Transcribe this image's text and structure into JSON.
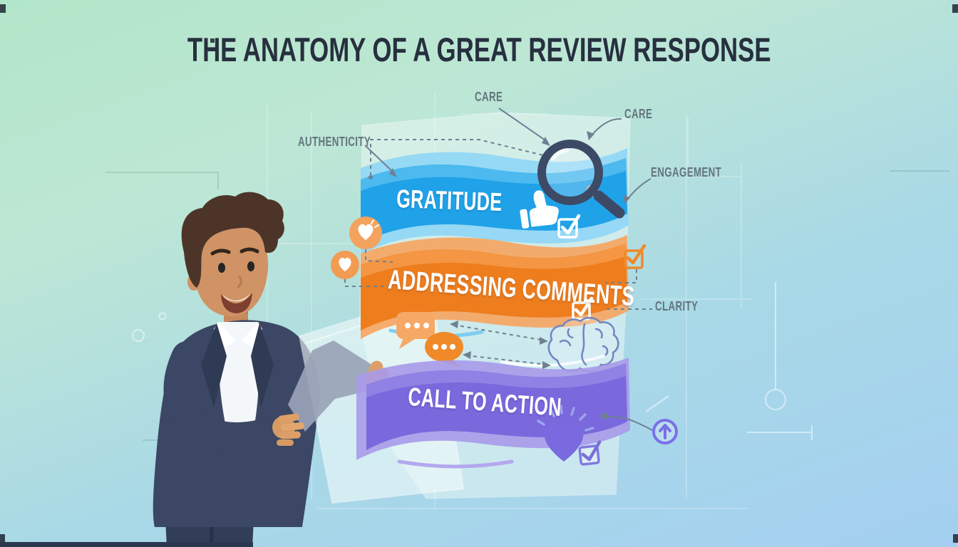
{
  "header": {
    "title": "THE ANATOMY OF A GREAT REVIEW RESPONSE"
  },
  "diagram": {
    "banners": [
      {
        "label": "GRATITUDE",
        "color": "#1fa2e8"
      },
      {
        "label": "ADDRESSING COMMENTS",
        "color": "#ee7d1e"
      },
      {
        "label": "CALL TO ACTION",
        "color": "#7a68dd"
      }
    ],
    "callouts": [
      {
        "label": "AUTHENTICITY"
      },
      {
        "label": "CARE"
      },
      {
        "label": "CARE"
      },
      {
        "label": "ENGAGEMENT"
      },
      {
        "label": "CLARITY"
      }
    ],
    "icons": [
      "magnifier-icon",
      "thumbs-up-icon",
      "checkbox-checked-icon",
      "speech-bubble-icon",
      "brain-icon",
      "heart-rays-icon",
      "up-arrow-circle-icon",
      "heart-badge-icon",
      "presenter-man-illustration"
    ]
  },
  "colors": {
    "background_top": "#b2e6c9",
    "background_bottom": "#a2cff1",
    "title_text": "#27303f",
    "callout_text": "#5d6c76",
    "gratitude_blue": "#1fa2e8",
    "comments_orange": "#ee7d1e",
    "cta_purple": "#7a68dd",
    "magnifier_navy": "#3d4a66",
    "brain_periwinkle": "#7086c0",
    "heart_purple": "#7a6ae0",
    "connector_gray": "#6f8092"
  }
}
